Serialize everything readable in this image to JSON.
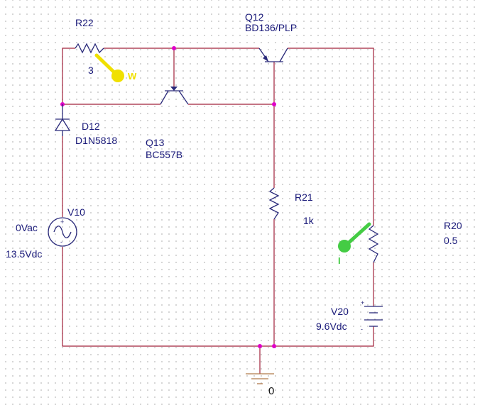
{
  "components": {
    "r22": {
      "ref": "R22",
      "value": "3"
    },
    "q12": {
      "ref": "Q12",
      "part": "BD136/PLP"
    },
    "q13": {
      "ref": "Q13",
      "part": "BC557B"
    },
    "d12": {
      "ref": "D12",
      "part": "D1N5818"
    },
    "r21": {
      "ref": "R21",
      "value": "1k"
    },
    "r20": {
      "ref": "R20",
      "value": "0.5"
    },
    "v10": {
      "ref": "V10",
      "ac": "0Vac",
      "dc": "13.5Vdc"
    },
    "v20": {
      "ref": "V20",
      "dc": "9.6Vdc"
    },
    "gnd": {
      "label": "0"
    }
  },
  "probes": {
    "power": {
      "label": "W",
      "color": "#f0e000"
    },
    "current": {
      "label": "I",
      "color": "#44cc44"
    }
  },
  "colors": {
    "wire": "#a0203a",
    "component": "#2a2a7a",
    "label": "#1a1a7a",
    "junction": "#e000c8",
    "ground": "#b07a4a"
  }
}
